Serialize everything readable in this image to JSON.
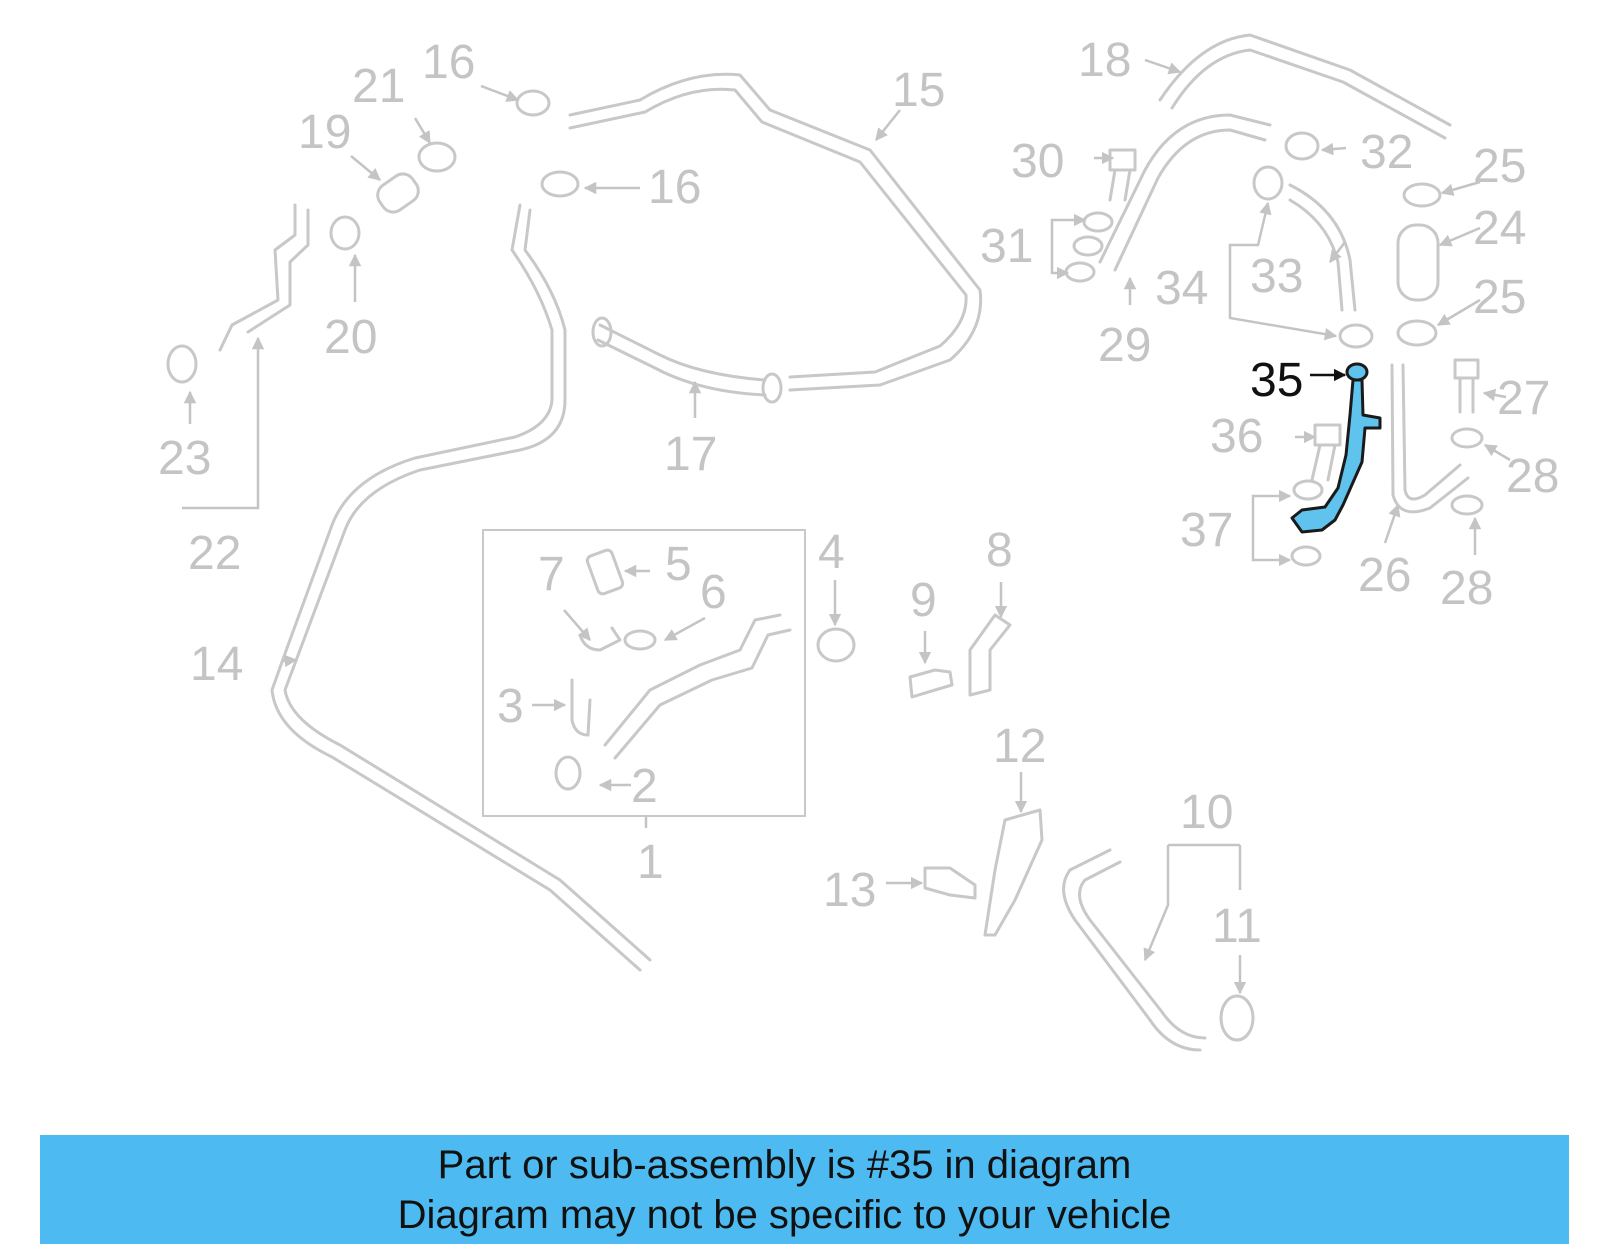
{
  "callouts": [
    "1",
    "2",
    "3",
    "4",
    "5",
    "6",
    "7",
    "8",
    "9",
    "10",
    "11",
    "12",
    "13",
    "14",
    "15",
    "16",
    "16",
    "17",
    "18",
    "19",
    "20",
    "21",
    "22",
    "23",
    "24",
    "25",
    "25",
    "26",
    "27",
    "28",
    "28",
    "29",
    "30",
    "31",
    "32",
    "33",
    "34",
    "36",
    "37"
  ],
  "highlight": {
    "label": "35",
    "color": "#5fc3ee"
  },
  "banner": {
    "line1": "Part or sub-assembly is #35 in diagram",
    "line2": "Diagram may not be specific to your vehicle",
    "color": "#4dbbf1"
  }
}
